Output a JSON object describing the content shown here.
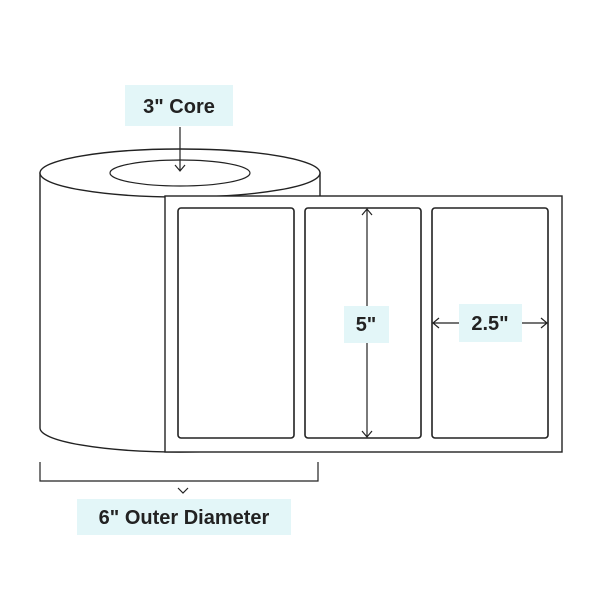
{
  "callouts": {
    "core": "3\" Core",
    "height": "5\"",
    "width": "2.5\"",
    "outer_diameter": "6\" Outer Diameter"
  },
  "colors": {
    "callout_background": "#e3f6f8",
    "line": "#222222"
  }
}
